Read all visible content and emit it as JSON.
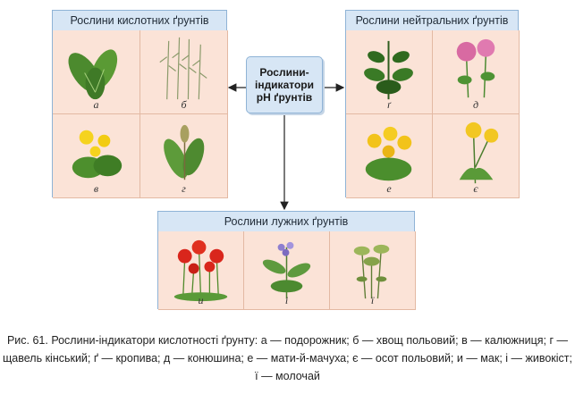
{
  "center_box": {
    "text": "Рослини-\nіндикатори\nрН ґрунтів"
  },
  "panels": {
    "acid": {
      "title": "Рослини кислотних ґрунтів",
      "cells": [
        {
          "label": "а",
          "icon": "plantain-icon"
        },
        {
          "label": "б",
          "icon": "horsetail-icon"
        },
        {
          "label": "в",
          "icon": "marsh-marigold-icon"
        },
        {
          "label": "г",
          "icon": "sorrel-icon"
        }
      ]
    },
    "neutral": {
      "title": "Рослини нейтральних ґрунтів",
      "cells": [
        {
          "label": "ґ",
          "icon": "nettle-icon"
        },
        {
          "label": "д",
          "icon": "clover-icon"
        },
        {
          "label": "е",
          "icon": "coltsfoot-icon"
        },
        {
          "label": "є",
          "icon": "sow-thistle-icon"
        }
      ]
    },
    "alkaline": {
      "title": "Рослини лужних ґрунтів",
      "cells": [
        {
          "label": "и",
          "icon": "poppy-icon"
        },
        {
          "label": "і",
          "icon": "comfrey-icon"
        },
        {
          "label": "ї",
          "icon": "milkweed-icon"
        }
      ]
    }
  },
  "caption": "Рис. 61. Рослини-індикатори кислотності ґрунту: а — подорожник; б — хвощ польовий; в — калюжниця; г — щавель кінський; ґ — кропива; д — конюшина; е — мати-й-мачуха; є — осот польовий; и — мак; і — живокіст; ї — молочай"
}
